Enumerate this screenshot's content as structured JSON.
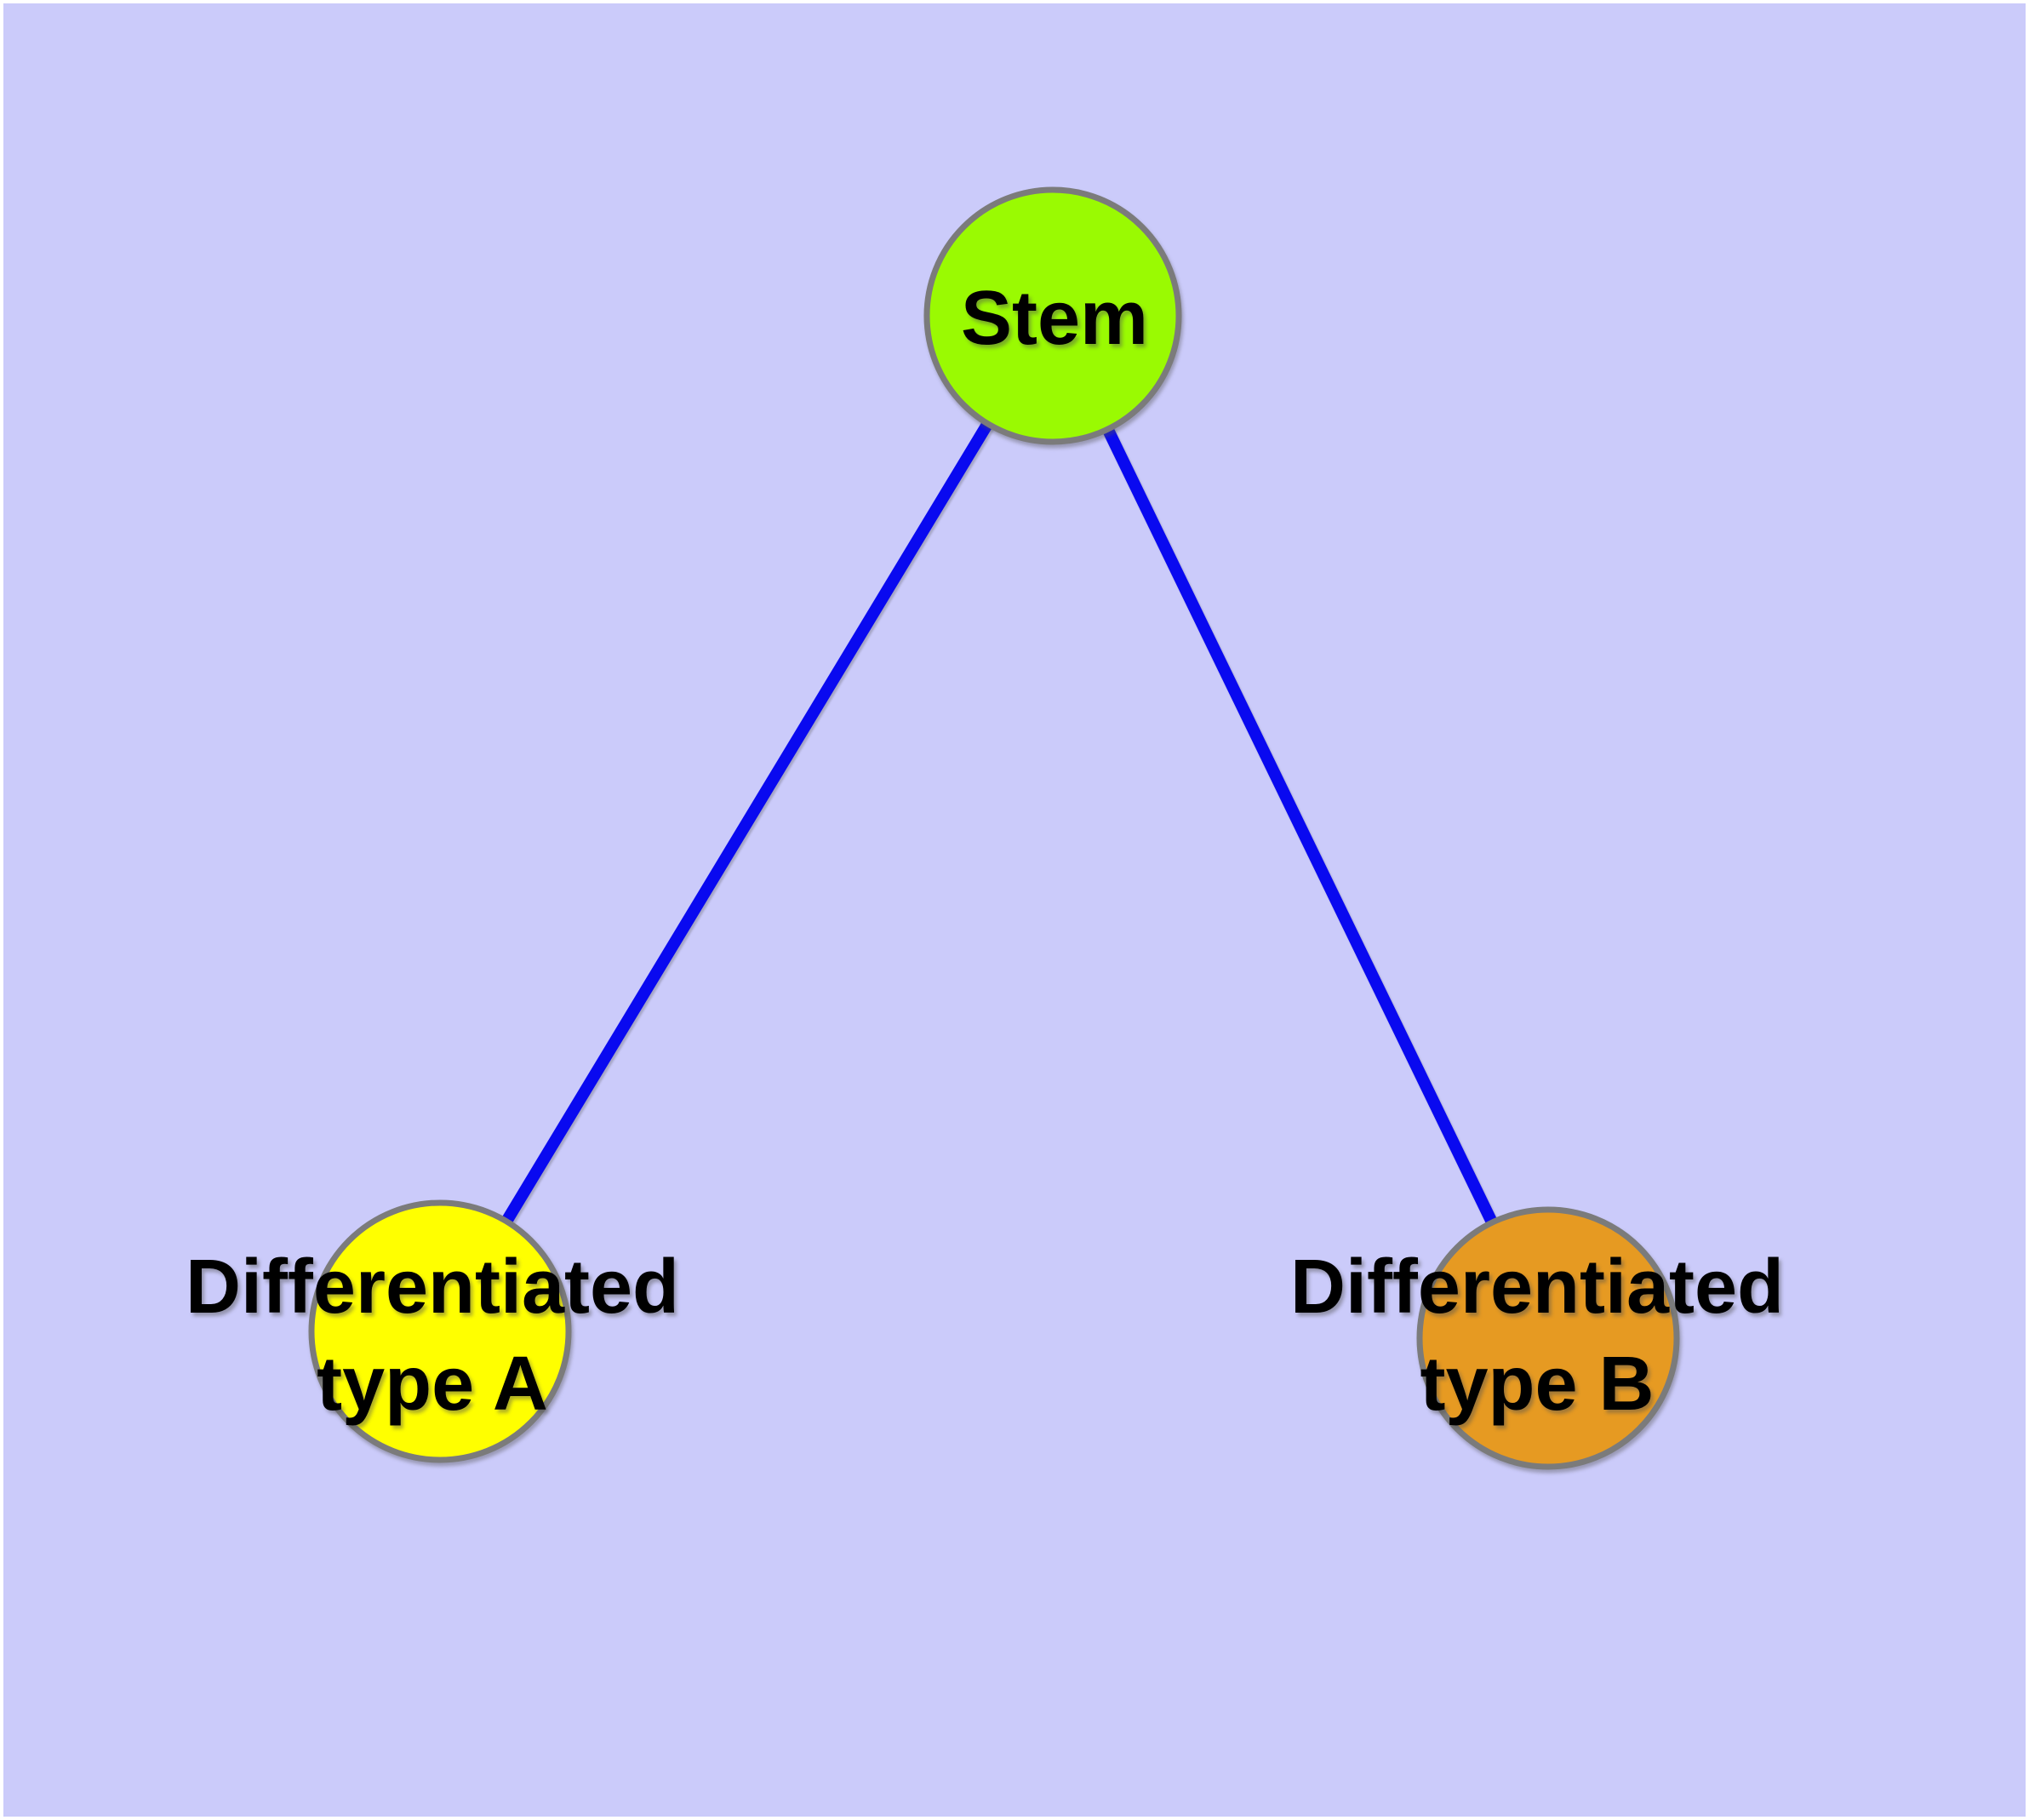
{
  "figure": {
    "background_color": "#CBCBFA",
    "margin_color": "#FFFFFF"
  },
  "styles": {
    "edge_color": "#0909F0",
    "node_border_color": "#7B7B7B",
    "label_color": "#000000"
  },
  "nodes": {
    "stem": {
      "label": "Stem",
      "color": "#9AFA02"
    },
    "type_a": {
      "label_line1": "Differentiated",
      "label_line2": "type A",
      "color": "#FFFF00"
    },
    "type_b": {
      "label_line1": "Differentiated",
      "label_line2": "type B",
      "color": "#E69A22"
    }
  },
  "edges": [
    {
      "from": "Stem",
      "to": "Differentiated type A"
    },
    {
      "from": "Stem",
      "to": "Differentiated type B"
    }
  ]
}
